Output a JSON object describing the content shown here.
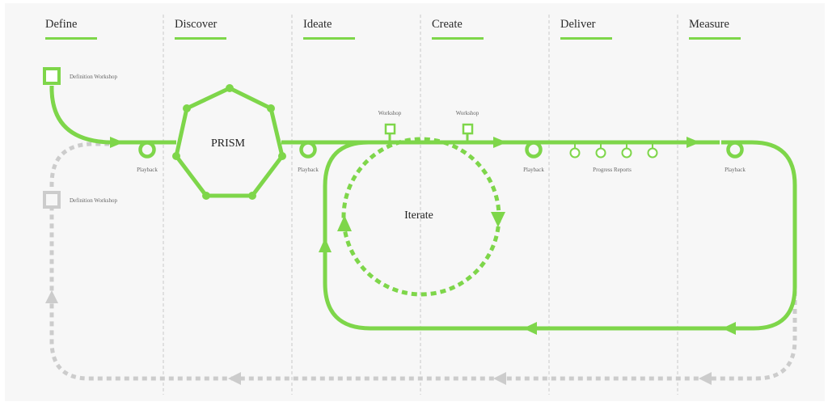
{
  "phases": [
    {
      "label": "Define"
    },
    {
      "label": "Discover"
    },
    {
      "label": "Ideate"
    },
    {
      "label": "Create"
    },
    {
      "label": "Deliver"
    },
    {
      "label": "Measure"
    }
  ],
  "labels": {
    "prism": "PRISM",
    "iterate": "Iterate",
    "definition_workshop": "Definition Workshop",
    "definition_workshop_repeat": "Definition Workshop",
    "playback_1": "Playback",
    "playback_2": "Playback",
    "playback_3": "Playback",
    "playback_4": "Playback",
    "workshop_1": "Workshop",
    "workshop_2": "Workshop",
    "progress_reports": "Progress Reports"
  },
  "colors": {
    "background": "#f7f7f7",
    "accent": "#7ed64a",
    "muted": "#cccccc",
    "divider": "#c8c8c8"
  }
}
